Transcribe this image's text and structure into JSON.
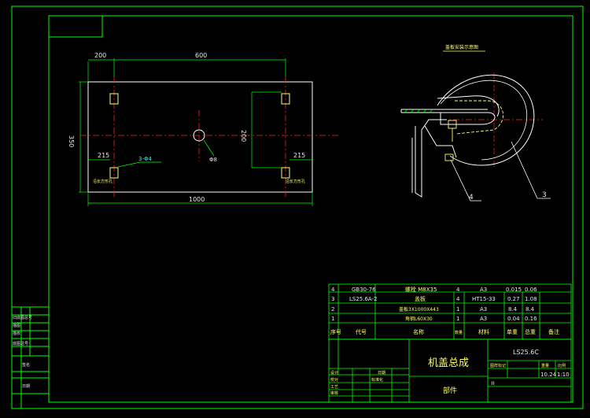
{
  "top_view": {
    "dim_left": "200",
    "dim_span": "600",
    "dim_height": "350",
    "dim_inner": "200",
    "dim_offset_left": "215",
    "dim_offset_right": "215",
    "dim_total": "1000",
    "hole_label": "3-Φ4",
    "center_hole_label": "Φ8",
    "note_left": "沿长方形孔",
    "note_right": "沿长方形孔"
  },
  "side_view": {
    "title": "盖板安装示意图",
    "balloon_4": "4",
    "balloon_3": "3"
  },
  "bom": {
    "rows": [
      {
        "no": "4",
        "code": "GB30-76",
        "name": "螺栓 M8X35",
        "qty": "4",
        "material": "A3",
        "unit": "0.015",
        "total": "0.06",
        "note": ""
      },
      {
        "no": "3",
        "code": "LS25.6A-2",
        "name": "盖板",
        "qty": "4",
        "material": "HT15-33",
        "unit": "0.27",
        "total": "1.08",
        "note": ""
      },
      {
        "no": "2",
        "code": "",
        "name": "盖板3X1000X443",
        "qty": "1",
        "material": "A3",
        "unit": "8.4",
        "total": "8.4",
        "note": ""
      },
      {
        "no": "1",
        "code": "",
        "name": "角钢L60X30",
        "qty": "1",
        "material": "A3",
        "unit": "0.04",
        "total": "0.16",
        "note": ""
      }
    ],
    "headers": {
      "no": "序号",
      "code": "代号",
      "name": "名称",
      "qty": "数量",
      "material": "材料",
      "unit": "单重",
      "total": "总重",
      "note": "备注"
    }
  },
  "title_block": {
    "drawing_no": "LS25.6C",
    "drawing_name": "机盖总成",
    "part_type": "部件",
    "weight": "10.24",
    "scale": "1:10",
    "label_mark": "图样标记",
    "label_weight": "重量",
    "label_scale": "比例",
    "label_sheet": "共",
    "label_design": "设计",
    "label_check": "校对",
    "label_date": "日期",
    "label_process": "工艺",
    "label_approve": "审核",
    "label_std": "标准化"
  },
  "side_strip": {
    "labels": [
      "底图总号",
      "签名",
      "日期",
      "旧底图总号",
      "描图",
      "描校"
    ]
  }
}
